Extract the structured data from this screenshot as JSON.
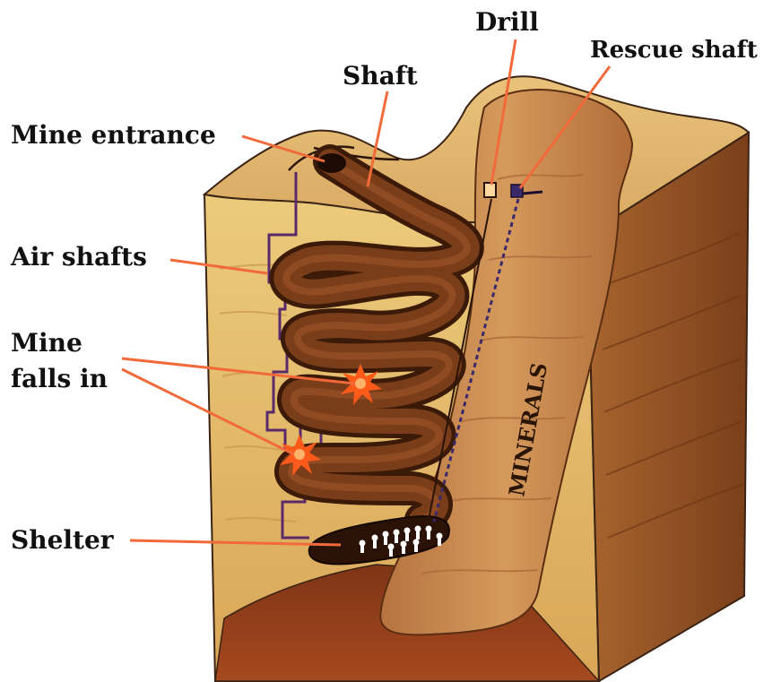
{
  "labels": {
    "drill": "Drill",
    "rescue_shaft": "Rescue shaft",
    "shaft": "Shaft",
    "mine_entrance": "Mine entrance",
    "air_shafts": "Air shafts",
    "mine_falls_in_line1": "Mine",
    "mine_falls_in_line2": "falls in",
    "shelter": "Shelter",
    "minerals": "MINERALS"
  },
  "colors": {
    "leader": "#f26a3a",
    "block_front": "#e2b466",
    "block_side": "#9a5a2a",
    "block_top": "#e6bf76",
    "block_floor": "#8f3e1b",
    "mineral_vein": "#c98a4e",
    "tunnel": "#6b3417",
    "air_shaft_line": "#5a2a6a",
    "burst": "#ff5a1a"
  }
}
